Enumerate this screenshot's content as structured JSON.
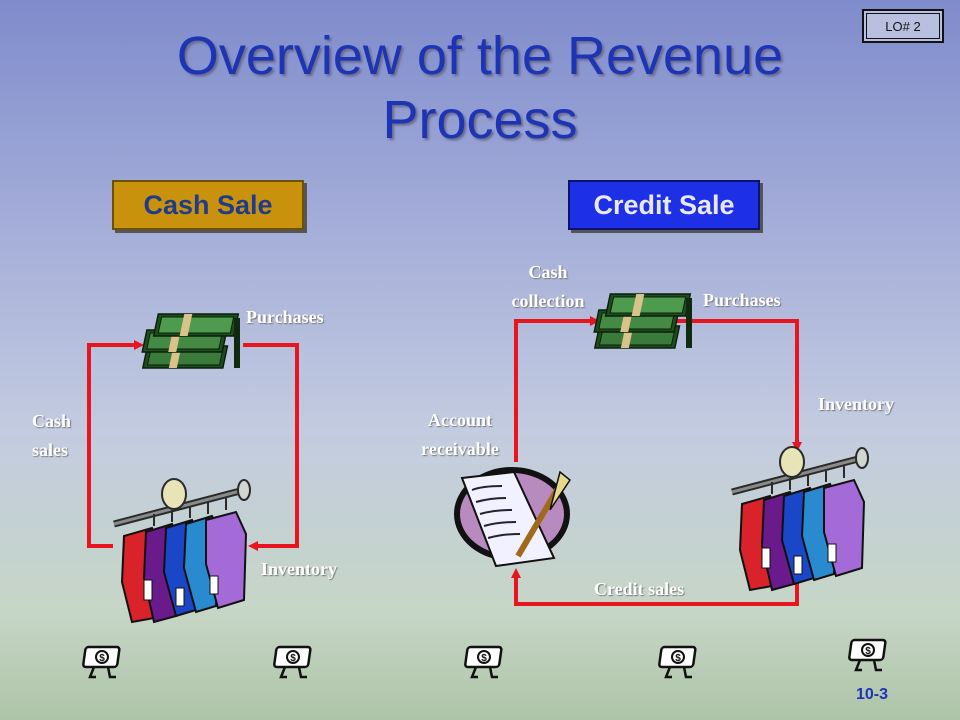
{
  "slide": {
    "badge": "LO# 2",
    "title_line1": "Overview of the Revenue",
    "title_line2": "Process",
    "page_number": "10-3"
  },
  "cash_sale": {
    "heading": "Cash Sale",
    "labels": {
      "purchases": "Purchases",
      "inventory": "Inventory",
      "cash_sales_line1": "Cash",
      "cash_sales_line2": "sales"
    }
  },
  "credit_sale": {
    "heading": "Credit Sale",
    "labels": {
      "cash_collection_line1": "Cash",
      "cash_collection_line2": "collection",
      "purchases": "Purchases",
      "inventory": "Inventory",
      "account_receivable_line1": "Account",
      "account_receivable_line2": "receivable",
      "credit_sales": "Credit sales"
    }
  },
  "icons": {
    "money": "money-stack-icon",
    "clothes": "clothes-rack-icon",
    "receivable": "invoice-quill-icon",
    "dollar_walker": "dollar-bill-walker-icon"
  },
  "colors": {
    "arrow": "#e8141e",
    "title": "#1d35b5",
    "cash_btn": "#c8920d",
    "credit_btn": "#1d30e6"
  }
}
